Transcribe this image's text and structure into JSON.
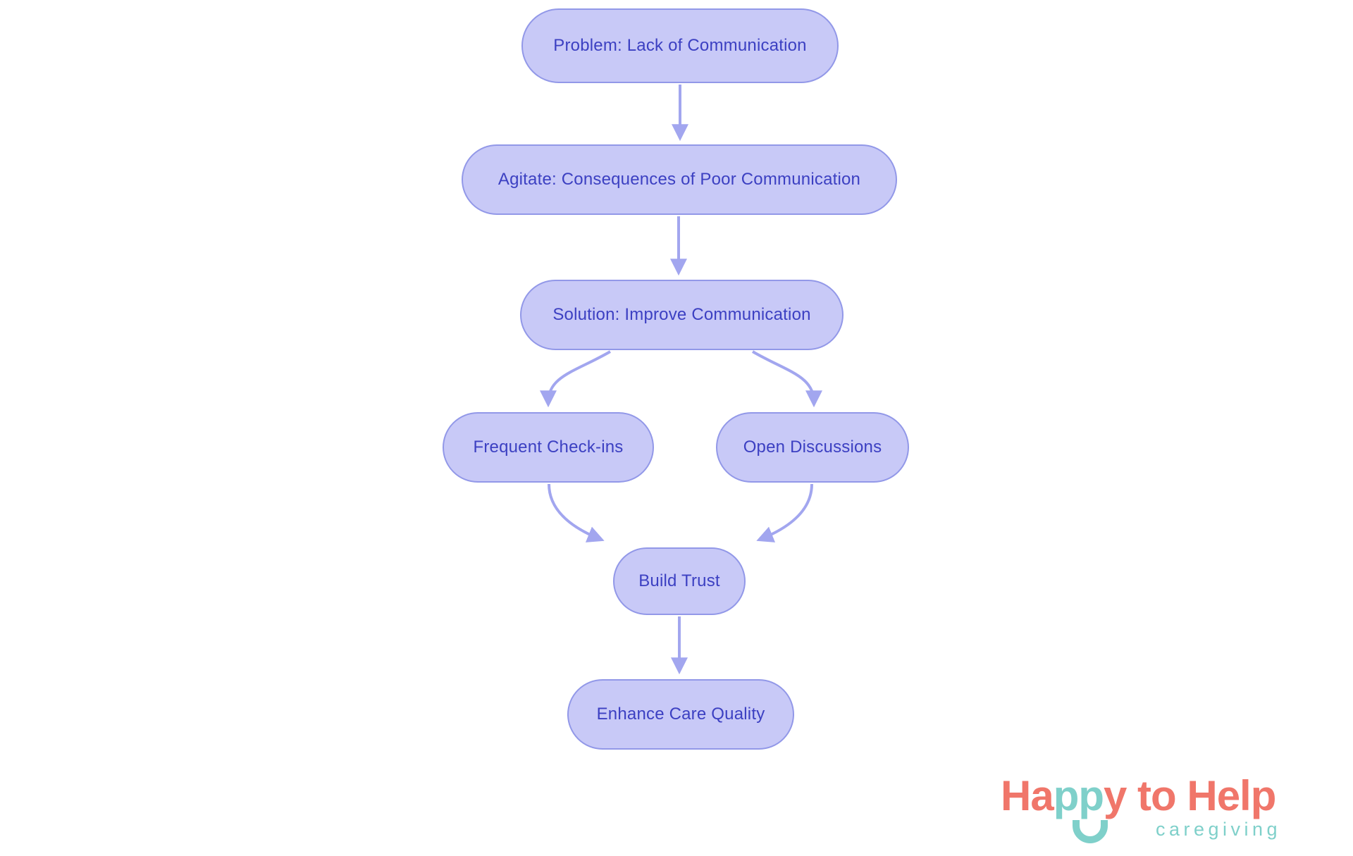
{
  "page": {
    "background": "#ffffff"
  },
  "diagram": {
    "type": "flowchart",
    "direction": "top-down",
    "nodes": [
      {
        "id": "problem",
        "label": "Problem: Lack of Communication"
      },
      {
        "id": "agitate",
        "label": "Agitate: Consequences of Poor Communication"
      },
      {
        "id": "solution",
        "label": "Solution: Improve Communication"
      },
      {
        "id": "frequent",
        "label": "Frequent Check-ins"
      },
      {
        "id": "open",
        "label": "Open Discussions"
      },
      {
        "id": "build",
        "label": "Build Trust"
      },
      {
        "id": "enhance",
        "label": "Enhance Care Quality"
      }
    ],
    "edges": [
      {
        "from": "problem",
        "to": "agitate"
      },
      {
        "from": "agitate",
        "to": "solution"
      },
      {
        "from": "solution",
        "to": "frequent"
      },
      {
        "from": "solution",
        "to": "open"
      },
      {
        "from": "frequent",
        "to": "build"
      },
      {
        "from": "open",
        "to": "build"
      },
      {
        "from": "build",
        "to": "enhance"
      }
    ],
    "colors": {
      "node_fill": "#c8c9f7",
      "node_border": "#9298e8",
      "node_text": "#3c40c2",
      "arrow": "#a2a6ef"
    }
  },
  "logo": {
    "ha": "Ha",
    "pp": "pp",
    "y": "y",
    "to_help": " to Help",
    "tagline": "caregiving",
    "colors": {
      "coral": "#f0766a",
      "teal": "#7fd0ca"
    }
  }
}
